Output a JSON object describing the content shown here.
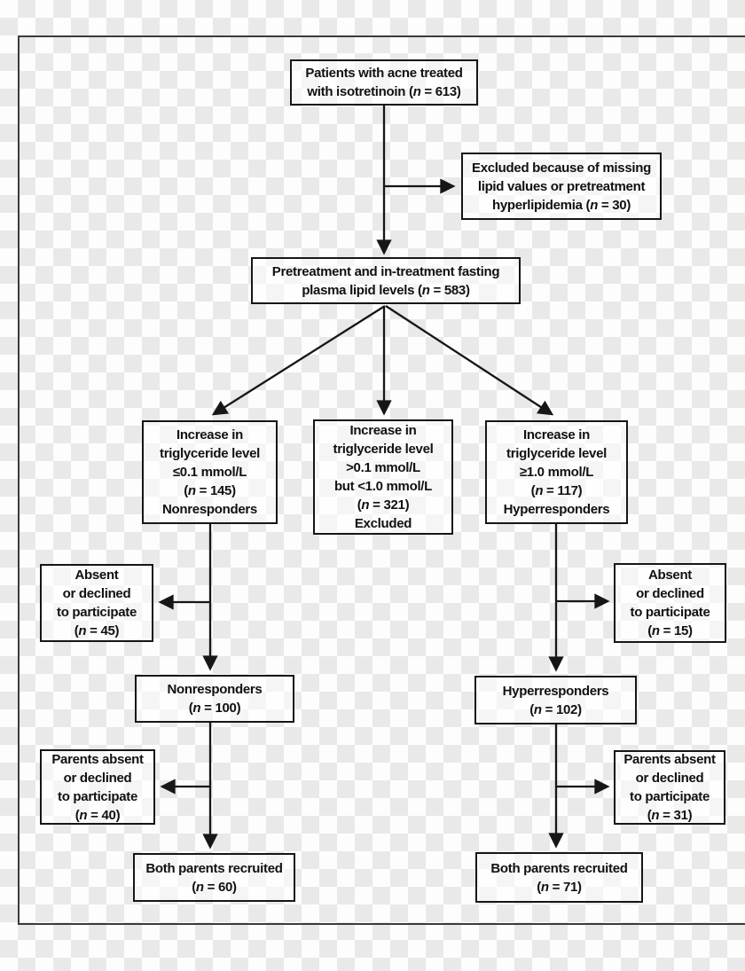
{
  "colors": {
    "box_border": "#161616",
    "text": "#111111",
    "arrow": "#161616",
    "checker_light": "#fdfdfd",
    "checker_dark": "#e9e9e9",
    "frame_line": "#3b3b3b"
  },
  "nodes": {
    "patients": {
      "lines": [
        "Patients with acne treated",
        "with isotretinoin (n = 613)"
      ]
    },
    "excluded_missing": {
      "lines": [
        "Excluded because of missing",
        "lipid values or pretreatment",
        "hyperlipidemia (n = 30)"
      ]
    },
    "lipid_levels": {
      "lines": [
        "Pretreatment and in-treatment fasting",
        "plasma lipid levels (n = 583)"
      ]
    },
    "branch_nonresponders": {
      "lines": [
        "Increase in",
        "triglyceride level",
        "≤0.1 mmol/L",
        "(n = 145)",
        "Nonresponders"
      ]
    },
    "branch_excluded": {
      "lines": [
        "Increase in",
        "triglyceride level",
        ">0.1 mmol/L",
        "but <1.0 mmol/L",
        "(n = 321)",
        "Excluded"
      ]
    },
    "branch_hyperresponders": {
      "lines": [
        "Increase in",
        "triglyceride level",
        "≥1.0 mmol/L",
        "(n = 117)",
        "Hyperresponders"
      ]
    },
    "absent_left": {
      "lines": [
        "Absent",
        "or declined",
        "to participate",
        "(n = 45)"
      ]
    },
    "absent_right": {
      "lines": [
        "Absent",
        "or declined",
        "to participate",
        "(n = 15)"
      ]
    },
    "nonresponders": {
      "lines": [
        "Nonresponders",
        "(n = 100)"
      ]
    },
    "hyperresponders": {
      "lines": [
        "Hyperresponders",
        "(n = 102)"
      ]
    },
    "parents_absent_left": {
      "lines": [
        "Parents absent",
        "or declined",
        "to participate",
        "(n = 40)"
      ]
    },
    "parents_absent_right": {
      "lines": [
        "Parents absent",
        "or declined",
        "to participate",
        "(n = 31)"
      ]
    },
    "recruited_left": {
      "lines": [
        "Both parents recruited",
        "(n = 60)"
      ]
    },
    "recruited_right": {
      "lines": [
        "Both parents recruited",
        "(n = 71)"
      ]
    }
  }
}
